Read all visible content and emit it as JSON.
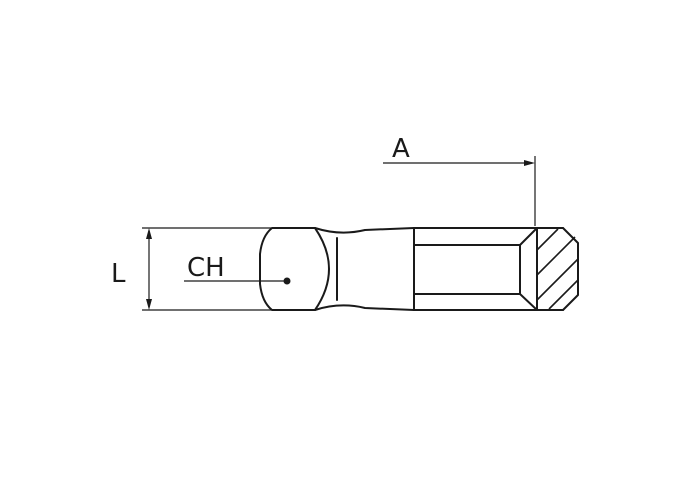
{
  "labels": {
    "dimension_a": "A",
    "dimension_l": "L",
    "callout_ch": "CH"
  },
  "colors": {
    "line": "#1a1a1a",
    "background": "#ffffff"
  }
}
